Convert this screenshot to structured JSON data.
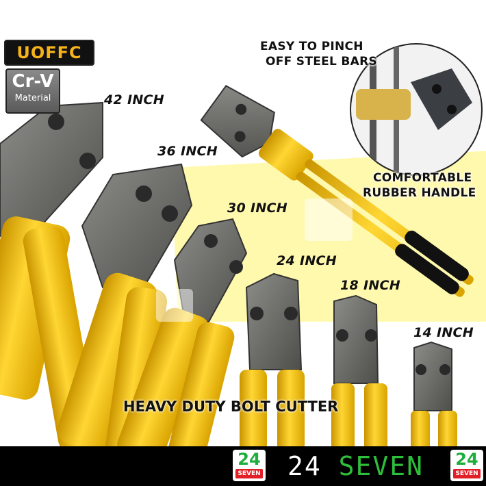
{
  "brand": "UOFFC",
  "material": {
    "code": "Cr-V",
    "label": "Material"
  },
  "sizes": [
    "42 INCH",
    "36 INCH",
    "30 INCH",
    "24 INCH",
    "18 INCH",
    "14 INCH"
  ],
  "features": {
    "pinch_line1": "EASY TO PINCH",
    "pinch_line2": "OFF STEEL BARS",
    "handle_line1": "COMFORTABLE",
    "handle_line2": "RUBBER HANDLE"
  },
  "title": "HEAVY DUTY BOLT CUTTER",
  "footer": {
    "digits": "24",
    "word": "SEVEN",
    "badge_num": "24",
    "badge_word": "SEVEN"
  },
  "colors": {
    "handle_yellow": "#f4c21a",
    "blade_grey": "#6a6a66",
    "footer_bg": "#000000",
    "accent_green": "#2dbf3a",
    "accent_red": "#e21f26"
  }
}
